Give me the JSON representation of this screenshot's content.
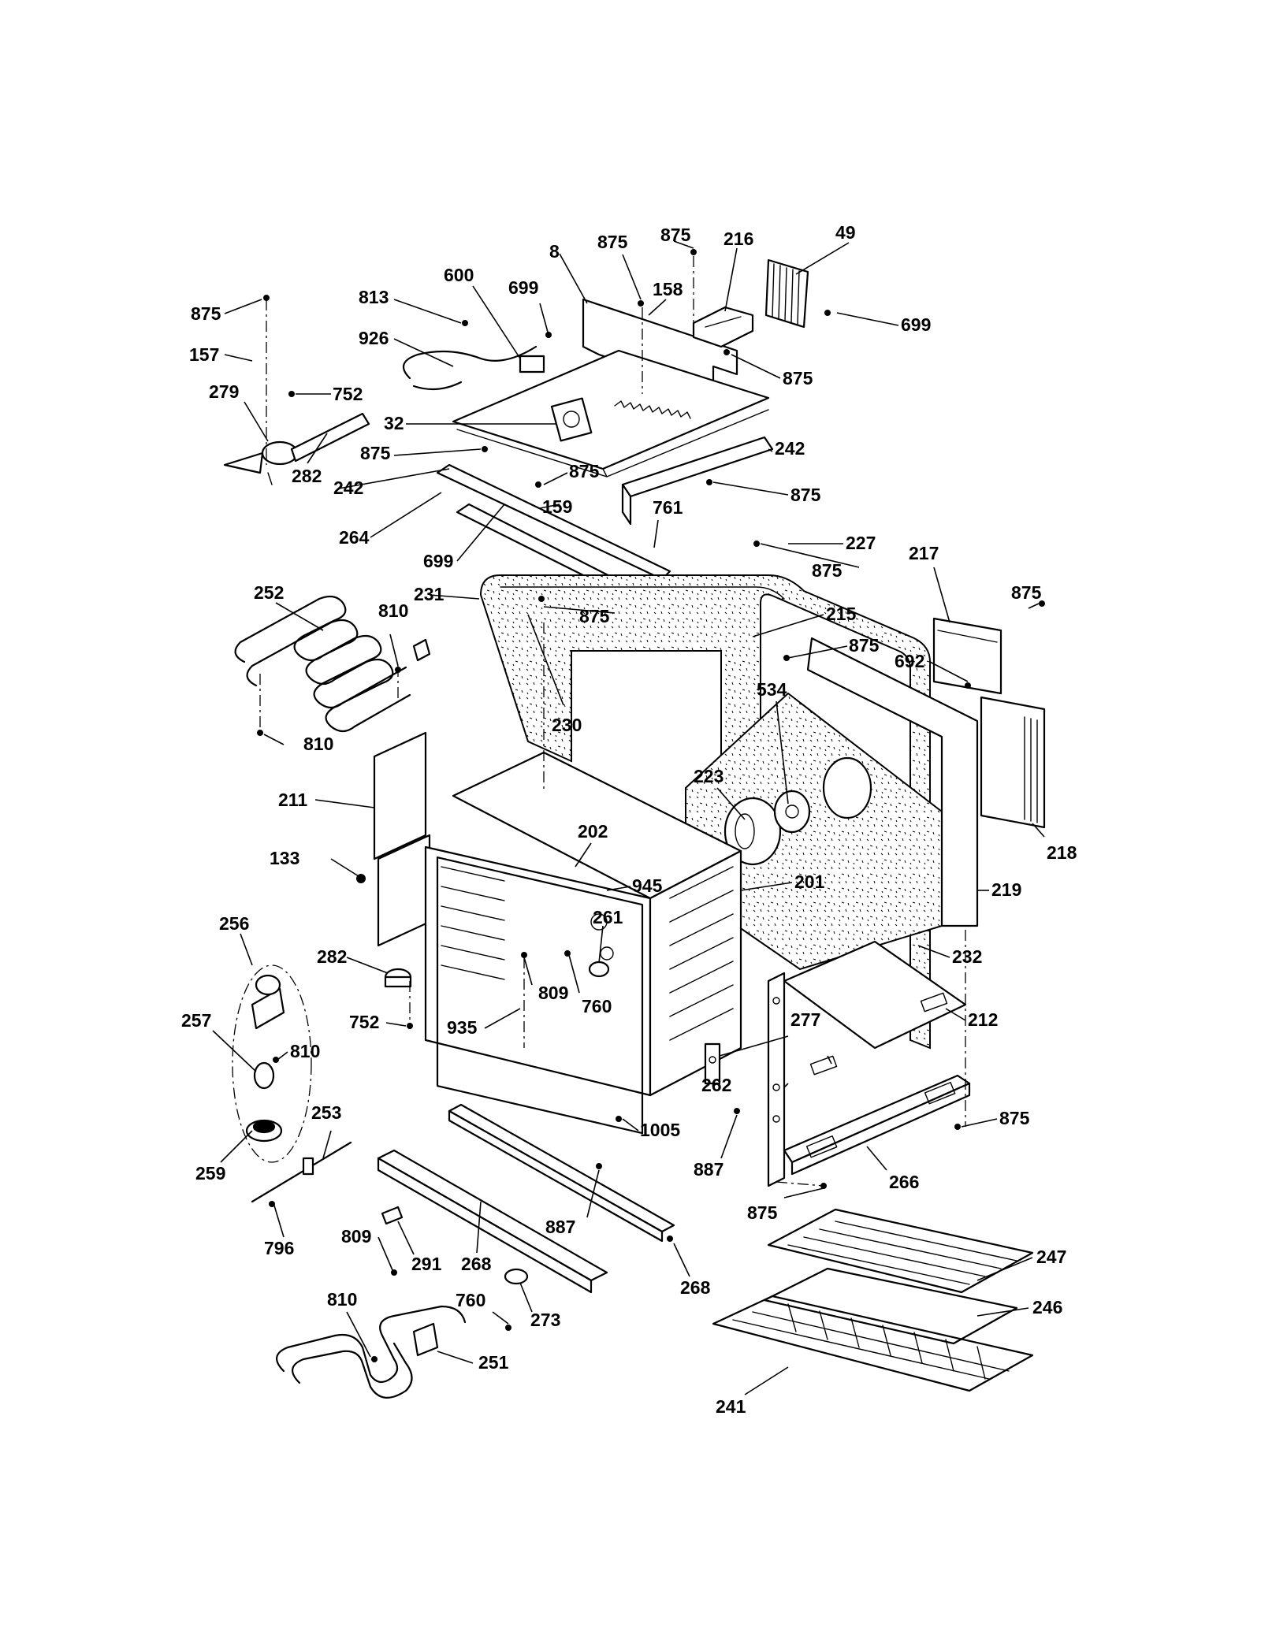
{
  "callouts": {
    "c875_a": "875",
    "c157": "157",
    "c279": "279",
    "c752_a": "752",
    "c282_a": "282",
    "c813": "813",
    "c926": "926",
    "c600": "600",
    "c699_a": "699",
    "c8": "8",
    "c875_b": "875",
    "c875_c": "875",
    "c158": "158",
    "c216": "216",
    "c49": "49",
    "c699_b": "699",
    "c875_d": "875",
    "c32": "32",
    "c875_e": "875",
    "c242_a": "242",
    "c242_b": "242",
    "c264": "264",
    "c875_f": "875",
    "c159": "159",
    "c875_g": "875",
    "c761": "761",
    "c699_c": "699",
    "c227": "227",
    "c875_h": "875",
    "c217": "217",
    "c875_i": "875",
    "c252": "252",
    "c810_a": "810",
    "c231": "231",
    "c875_j": "875",
    "c215": "215",
    "c875_k": "875",
    "c692": "692",
    "c230": "230",
    "c810_b": "810",
    "c534": "534",
    "c223": "223",
    "c211": "211",
    "c218": "218",
    "c133": "133",
    "c202": "202",
    "c945": "945",
    "c201": "201",
    "c219": "219",
    "c261": "261",
    "c256": "256",
    "c282_b": "282",
    "c809_a": "809",
    "c760_a": "760",
    "c232": "232",
    "c752_b": "752",
    "c935": "935",
    "c212": "212",
    "c257": "257",
    "c810_c": "810",
    "c277": "277",
    "c262": "262",
    "c253": "253",
    "c1005": "1005",
    "c875_l": "875",
    "c259": "259",
    "c887_a": "887",
    "c266": "266",
    "c887_b": "887",
    "c875_m": "875",
    "c796": "796",
    "c809_b": "809",
    "c291": "291",
    "c268_a": "268",
    "c268_b": "268",
    "c247": "247",
    "c760_b": "760",
    "c273": "273",
    "c246": "246",
    "c810_d": "810",
    "c251": "251",
    "c241": "241"
  }
}
